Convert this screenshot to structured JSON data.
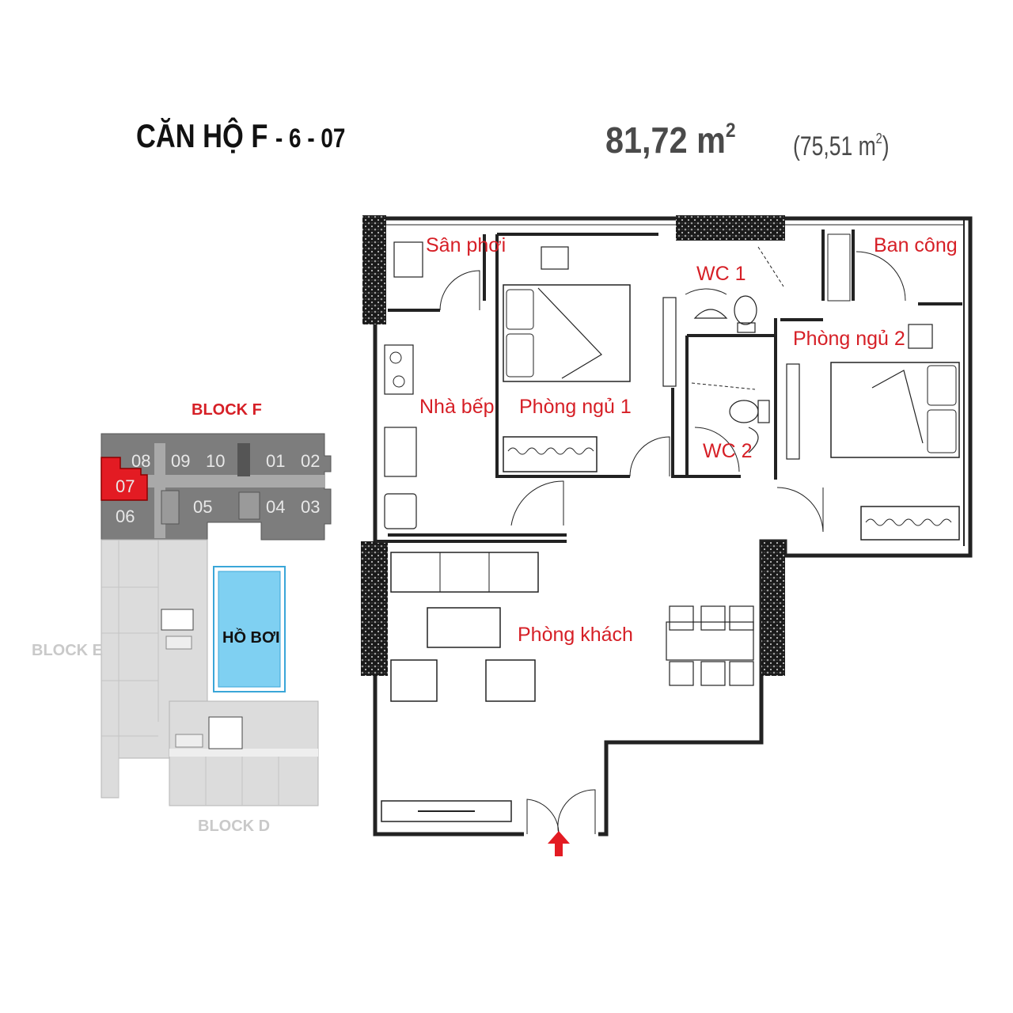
{
  "header": {
    "title_prefix": "CĂN HỘ F",
    "unit_code": "- 6 - 07",
    "area_gross": "81,72 m",
    "area_gross_sup": "2",
    "area_net": "(75,51 m",
    "area_net_sup": "2",
    "area_net_close": ")"
  },
  "rooms": {
    "san_phoi": "Sân phơi",
    "wc1": "WC 1",
    "ban_cong": "Ban công",
    "phong_ngu_2": "Phòng ngủ 2",
    "nha_bep": "Nhà bếp",
    "phong_ngu_1": "Phòng ngủ 1",
    "wc2": "WC 2",
    "phong_khach": "Phòng khách"
  },
  "site": {
    "block_f": "BLOCK F",
    "block_e": "BLOCK E",
    "block_d": "BLOCK D",
    "pool": "HỒ BƠI",
    "units": [
      "08",
      "09",
      "10",
      "01",
      "02",
      "07",
      "06",
      "05",
      "04",
      "03"
    ],
    "highlight_unit": "07"
  },
  "colors": {
    "accent": "#d61f26",
    "highlight": "#e31b23",
    "block_f_fill": "#7d7d7d",
    "block_other_fill": "#d9d9d9",
    "pool_fill": "#7fd0f2",
    "wall": "#222222"
  }
}
